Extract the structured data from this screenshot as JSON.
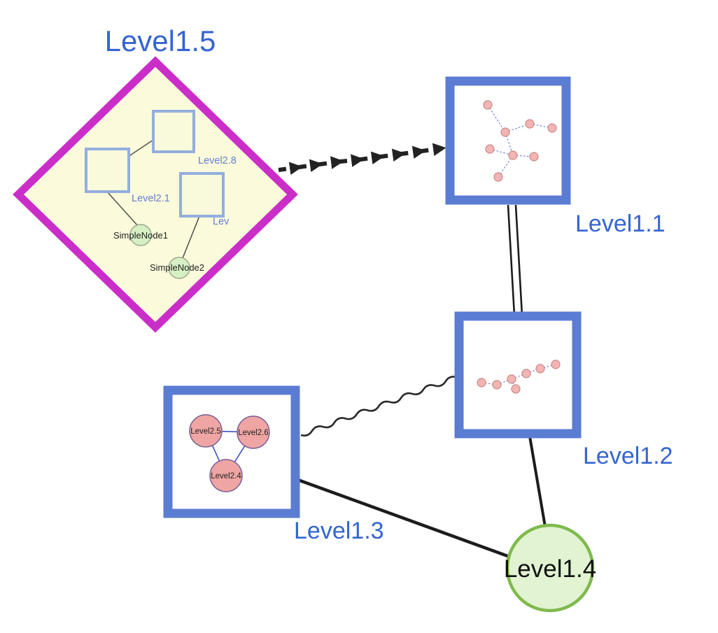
{
  "background": "#ffffff",
  "colors": {
    "label_blue": "#3465cf",
    "label_black": "#101010",
    "group_node_border_blue": "#5b7cd3",
    "diamond_border_magenta": "#cb2ec8",
    "diamond_fill_yellow": "#fbfbdc",
    "inner_square_border": "#93aede",
    "green_node_fill": "#d6efc3",
    "big_green_fill": "#e1f3d1",
    "big_green_border": "#7fba4d",
    "pink_node_fill": "#f3b5b3",
    "edge_black": "#1c1c1c",
    "mini_edge_blue": "#5566cc"
  },
  "labels": {
    "level1_1": "Level1.1",
    "level1_2": "Level1.2",
    "level1_3": "Level1.3",
    "level1_4": "Level1.4",
    "level1_5": "Level1.5",
    "level2_8": "Level2.8",
    "level2_1": "Level2.1",
    "lev": "Lev",
    "simple_node1": "SimpleNode1",
    "simple_node2": "SimpleNode2",
    "level2_5": "Level2.5",
    "level2_6": "Level2.6",
    "level2_4": "Level2.4"
  },
  "nodes": [
    {
      "id": "Level1.5",
      "shape": "diamond",
      "kind": "group",
      "children": [
        "Level2.8",
        "Level2.1",
        "Lev",
        "SimpleNode1",
        "SimpleNode2"
      ]
    },
    {
      "id": "Level1.1",
      "shape": "square",
      "kind": "group",
      "content": "mini graph of 8 pink nodes with dashed edges"
    },
    {
      "id": "Level1.2",
      "shape": "square",
      "kind": "group",
      "content": "mini graph of 7 pink nodes with dashed edges"
    },
    {
      "id": "Level1.3",
      "shape": "square",
      "kind": "group",
      "children": [
        "Level2.5",
        "Level2.6",
        "Level2.4"
      ]
    },
    {
      "id": "Level1.4",
      "shape": "circle",
      "kind": "simple"
    }
  ],
  "edges": [
    {
      "from": "Level1.5",
      "to": "Level1.1",
      "style": "dashed-arrow-chain"
    },
    {
      "from": "Level1.1",
      "to": "Level1.2",
      "style": "double-line"
    },
    {
      "from": "Level1.3",
      "to": "Level1.2",
      "style": "wavy"
    },
    {
      "from": "Level1.3",
      "to": "Level1.4",
      "style": "solid"
    },
    {
      "from": "Level1.2",
      "to": "Level1.4",
      "style": "solid"
    },
    {
      "from": "Level2.8",
      "to": "Level2.1",
      "style": "thin"
    },
    {
      "from": "Level2.1",
      "to": "SimpleNode1",
      "style": "thin"
    },
    {
      "from": "Lev",
      "to": "SimpleNode2",
      "style": "thin"
    },
    {
      "from": "Level2.5",
      "to": "Level2.6",
      "style": "thin-blue"
    },
    {
      "from": "Level2.5",
      "to": "Level2.4",
      "style": "thin-blue"
    },
    {
      "from": "Level2.6",
      "to": "Level2.4",
      "style": "thin-blue"
    }
  ]
}
